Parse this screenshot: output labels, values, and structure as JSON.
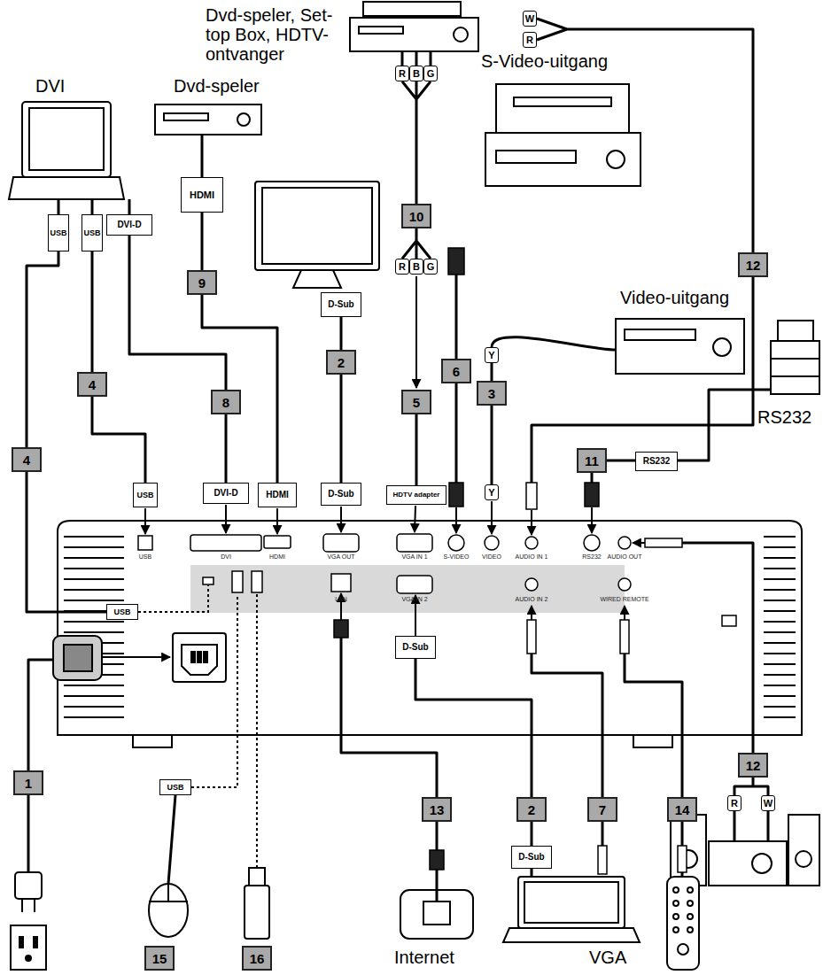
{
  "diagram": {
    "labels": [
      "Dvd-speler, Set-top Box, HDTV-ontvanger",
      "DVI",
      "Dvd-speler",
      "S-Video-uitgang",
      "Video-uitgang",
      "RS232",
      "Internet",
      "VGA",
      "W",
      "R",
      "R",
      "B",
      "G",
      "R",
      "B",
      "G",
      "Y",
      "Y",
      "R",
      "W",
      "USB",
      "USB",
      "DVI-D",
      "HDMI",
      "D-Sub",
      "USB",
      "DVI-D",
      "HDMI",
      "D-Sub",
      "HDTV adapter",
      "RS232",
      "USB",
      "USB",
      "D-Sub",
      "D-Sub",
      "1",
      "2",
      "2",
      "3",
      "4",
      "4",
      "5",
      "6",
      "7",
      "8",
      "9",
      "10",
      "11",
      "12",
      "12",
      "13",
      "14",
      "15",
      "16",
      "USB",
      "DVI",
      "HDMI",
      "VGA OUT",
      "VGA IN 1",
      "VGA IN 2",
      "S-VIDEO",
      "VIDEO",
      "AUDIO IN 1",
      "AUDIO IN 2",
      "RS232",
      "AUDIO OUT",
      "WIRED REMOTE",
      "LAN"
    ]
  }
}
